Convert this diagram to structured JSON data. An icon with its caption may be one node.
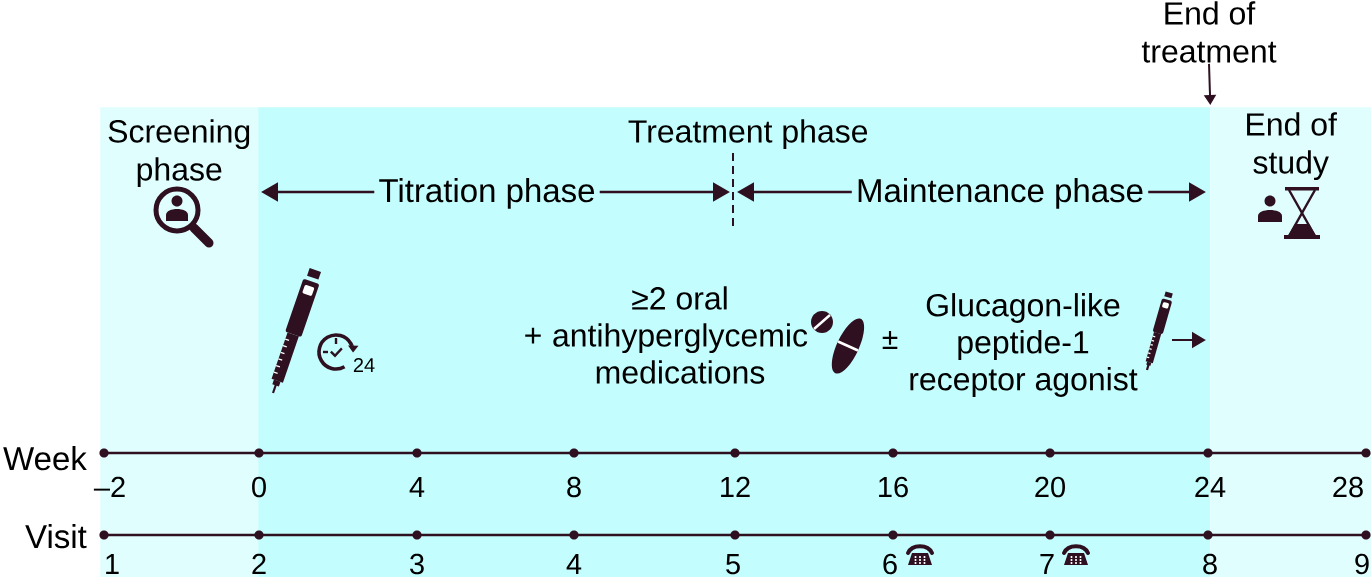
{
  "diagram": {
    "nodes": [
      {
        "text": [
          "Screening phase"
        ]
      },
      {
        "text": [
          "Treatment phase"
        ]
      },
      {
        "text": [
          "End of study"
        ]
      },
      {
        "text": [
          "End of treatment"
        ]
      }
    ],
    "edges": [
      {
        "from": 3,
        "to": 1,
        "arrow": "to"
      }
    ],
    "labels": [
      "Titration phase",
      "Maintenance phase",
      "24",
      "+",
      "≥2 oral antihyperglycemic medications",
      "±",
      "Glucagon-like peptide-1 receptor agonist",
      "Week",
      "–2",
      "0",
      "4",
      "8",
      "12",
      "16",
      "20",
      "24",
      "28",
      "Visit",
      "1",
      "2",
      "3",
      "4",
      "5",
      "6",
      "7",
      "8",
      "9"
    ]
  }
}
